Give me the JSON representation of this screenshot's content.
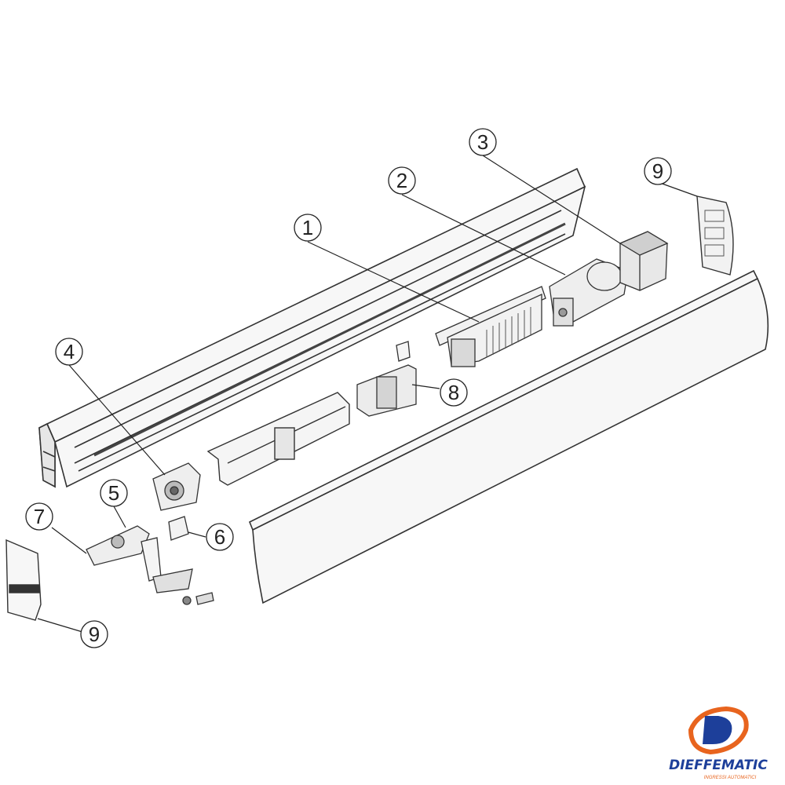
{
  "diagram": {
    "callouts": [
      {
        "id": "c1",
        "label": "1"
      },
      {
        "id": "c2",
        "label": "2"
      },
      {
        "id": "c3",
        "label": "3"
      },
      {
        "id": "c4",
        "label": "4"
      },
      {
        "id": "c5",
        "label": "5"
      },
      {
        "id": "c6",
        "label": "6"
      },
      {
        "id": "c7",
        "label": "7"
      },
      {
        "id": "c8",
        "label": "8"
      },
      {
        "id": "c9a",
        "label": "9"
      },
      {
        "id": "c9b",
        "label": "9"
      }
    ]
  },
  "logo": {
    "name": "DIEFFEMATIC",
    "tagline": "INGRESSI AUTOMATICI",
    "colors": {
      "blue": "#1d3f9a",
      "orange": "#e8641e"
    }
  },
  "colors": {
    "line": "#333333",
    "panel": "#f7f7f7",
    "shade": "#cfcfcf",
    "dark": "#555555"
  }
}
